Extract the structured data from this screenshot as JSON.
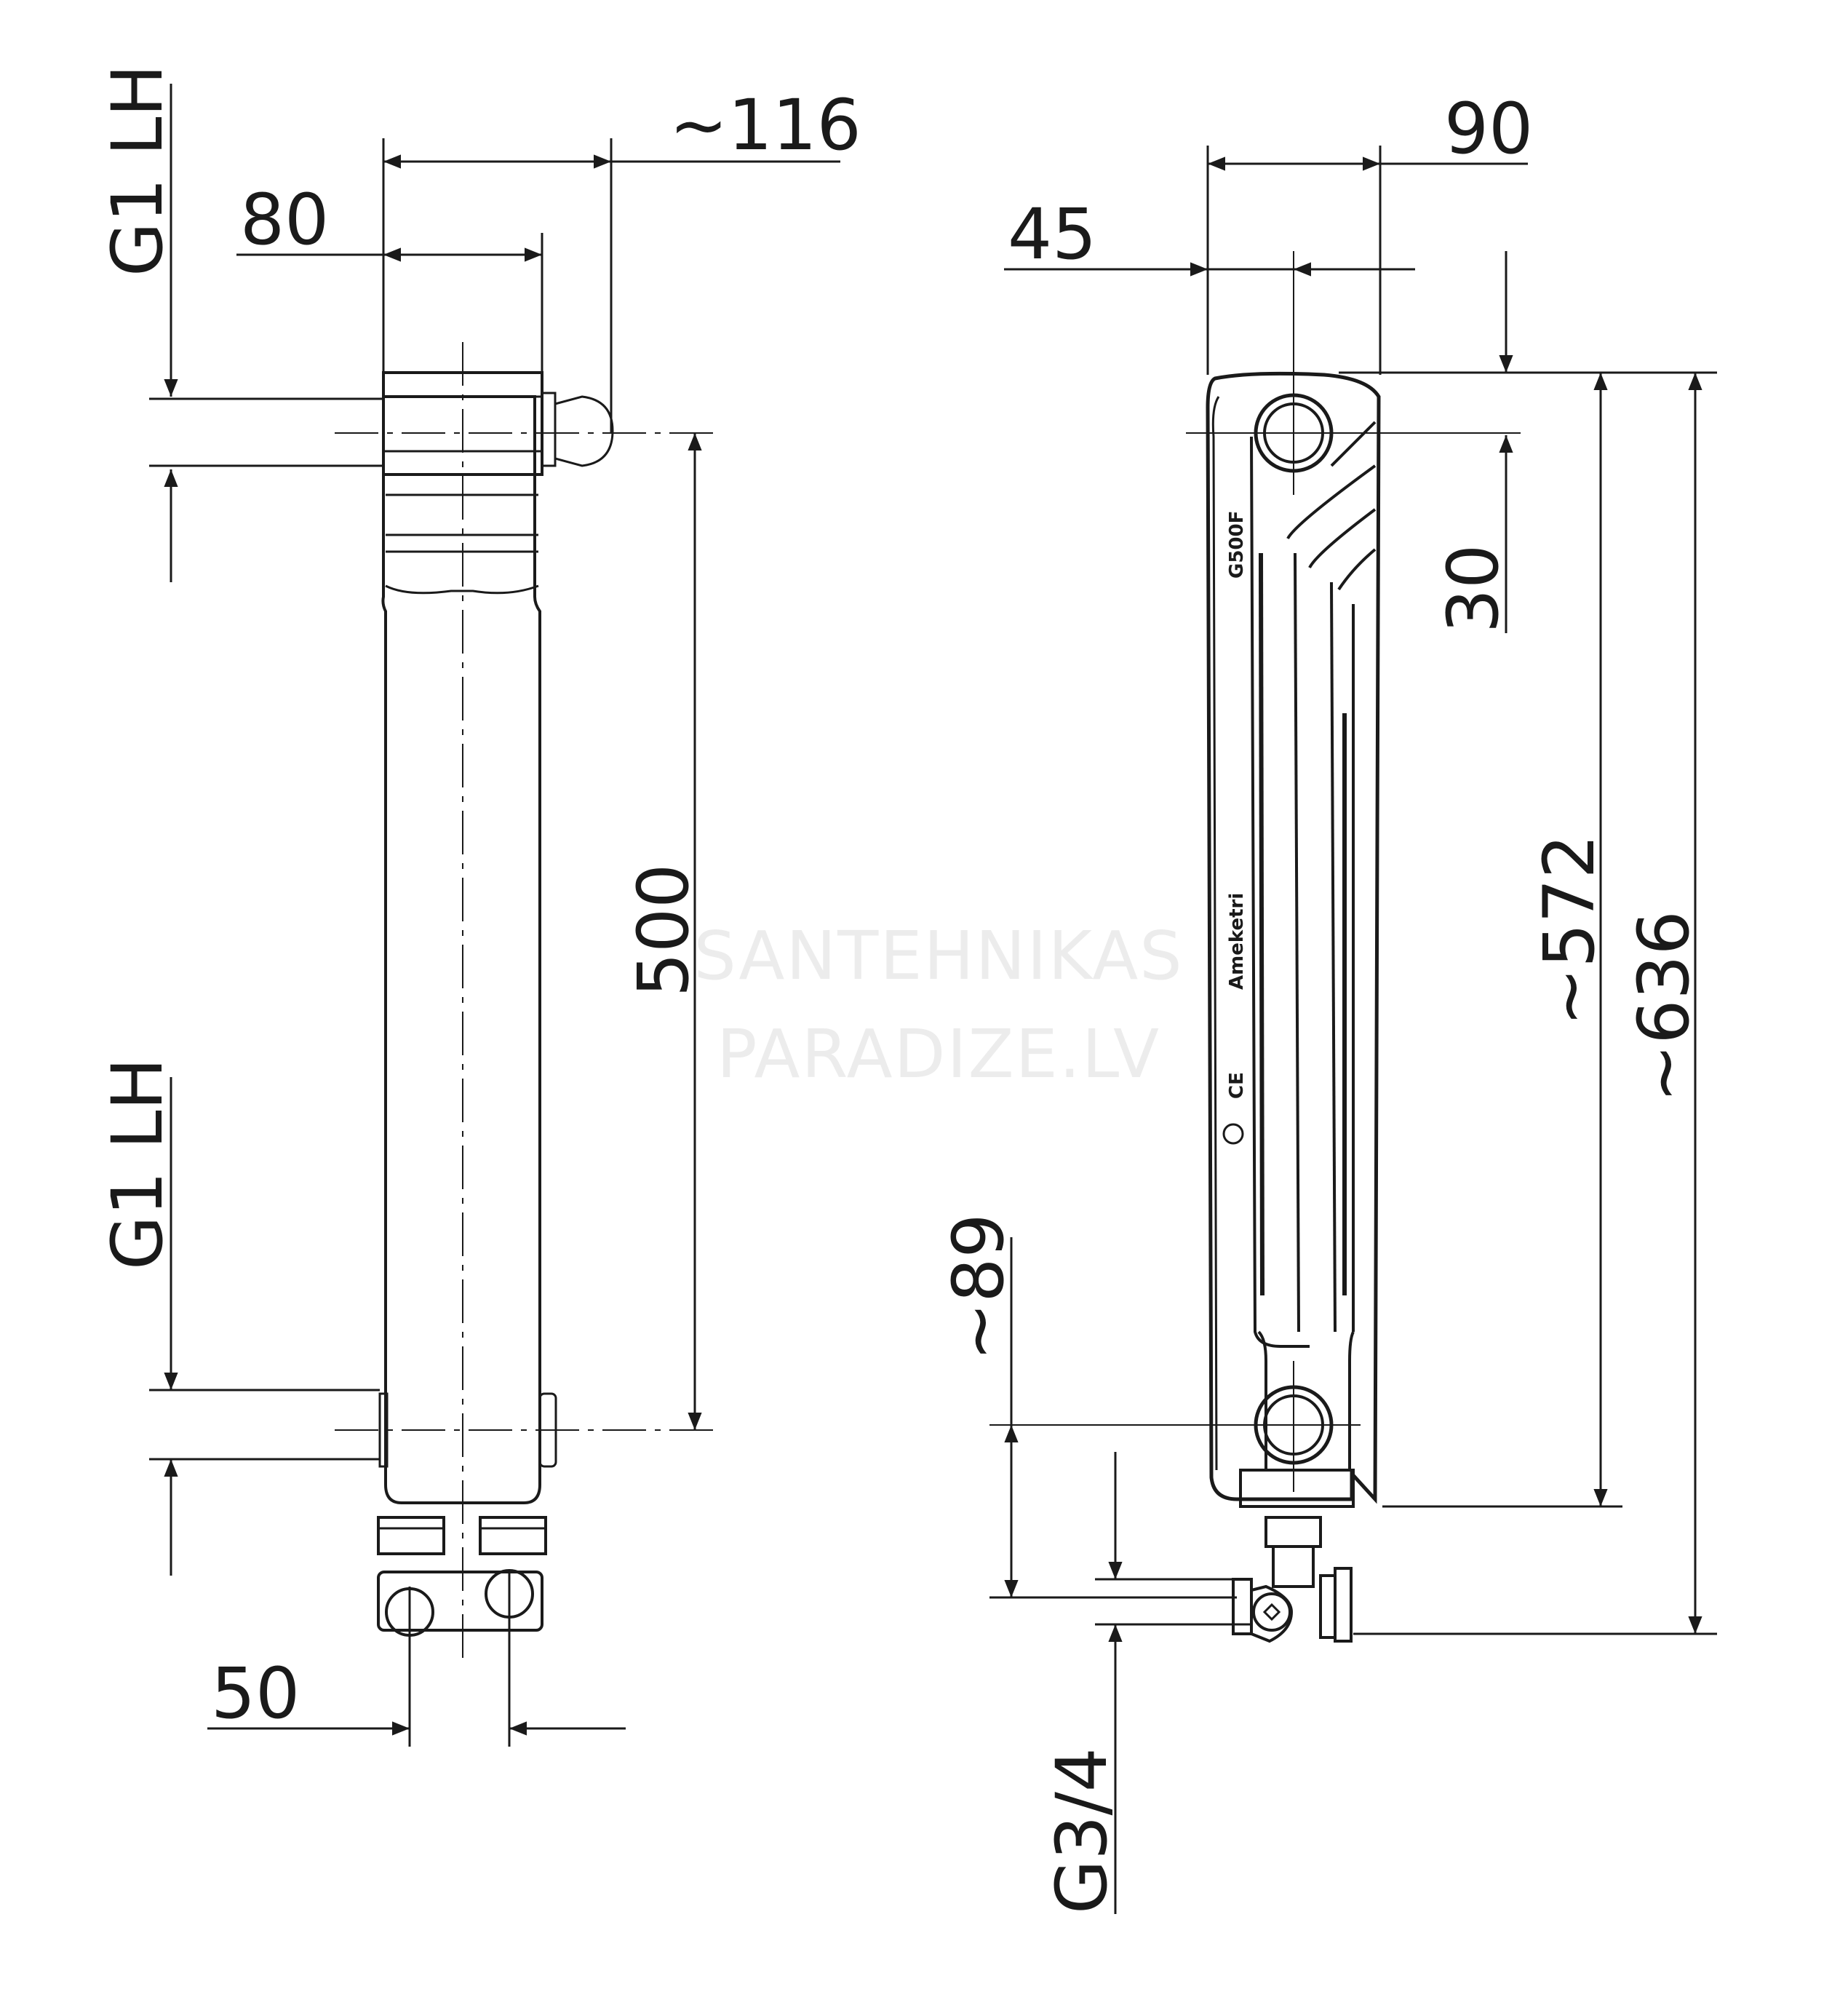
{
  "dimensions": {
    "g1_lh_top": "G1  LH",
    "g1_lh_bottom": "G1  LH",
    "w80": "80",
    "w116": "~116",
    "h500": "500",
    "w50": "50",
    "w45": "45",
    "w90": "90",
    "h30": "30",
    "h572": "~572",
    "h636": "~636",
    "h89": "~89",
    "g34": "G3/4"
  },
  "markings": {
    "model": "G500F",
    "brand": "Ameketri",
    "ce": "CE"
  },
  "watermark": {
    "line1": "SANTEHNIKAS",
    "line2": "PARADIZE.LV"
  },
  "colors": {
    "ink": "#1a1a1a",
    "watermark": "#ececec",
    "background": "#ffffff"
  }
}
